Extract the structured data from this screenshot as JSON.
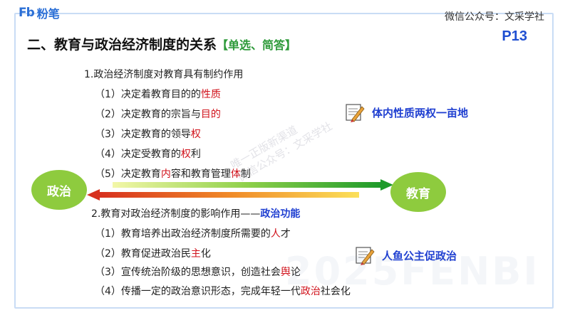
{
  "logo": {
    "mark": "Fb",
    "text": "粉笔"
  },
  "wechat": "微信公众号：文采学社",
  "page_number": "P13",
  "title": {
    "main": "二、教育与政治经济制度的关系",
    "tag": "【单选、简答】"
  },
  "section1": {
    "heading": "1.政治经济制度对教育具有制约作用",
    "items": [
      {
        "prefix": "（1）决定着教育目的的",
        "highlight": "性质",
        "suffix": ""
      },
      {
        "prefix": "（2）决定教育的宗旨与",
        "highlight": "目的",
        "suffix": ""
      },
      {
        "prefix": "（3）决定教育的领导",
        "highlight": "权",
        "suffix": ""
      },
      {
        "prefix": "（4）决定受教育的",
        "highlight": "权",
        "suffix": "利"
      },
      {
        "prefix": "（5）决定教育",
        "highlight": "内",
        "suffix": "容和教育管理",
        "highlight2": "体",
        "suffix2": "制"
      }
    ]
  },
  "note1": "体内性质两权一亩地",
  "circles": {
    "left": "政治",
    "right": "教育"
  },
  "section2": {
    "heading_prefix": "2.教育对政治经济制度的影响作用——",
    "heading_highlight": "政治功能",
    "items": [
      {
        "prefix": "（1）教育培养出政治经济制度所需要的",
        "highlight": "人",
        "suffix": "才"
      },
      {
        "prefix": "（2）教育促进政治民",
        "highlight": "主",
        "suffix": "化"
      },
      {
        "prefix": "（3）宣传统治阶级的思想意识，创造社会",
        "highlight": "舆",
        "suffix": "论"
      },
      {
        "prefix": "（4）传播一定的政治意识形态，完成年轻一代",
        "highlight": "政治",
        "suffix": "社会化"
      }
    ]
  },
  "note2": "人鱼公主促政治",
  "watermarks": {
    "year": "2025FENBI",
    "line1": "唯一正版新渠道",
    "line2": "微信公众号：文采学社"
  },
  "colors": {
    "accent_blue": "#1f3fd1",
    "red": "#d0121b",
    "green": "#2e9a3a",
    "circle_green": "#8ecb3e"
  }
}
